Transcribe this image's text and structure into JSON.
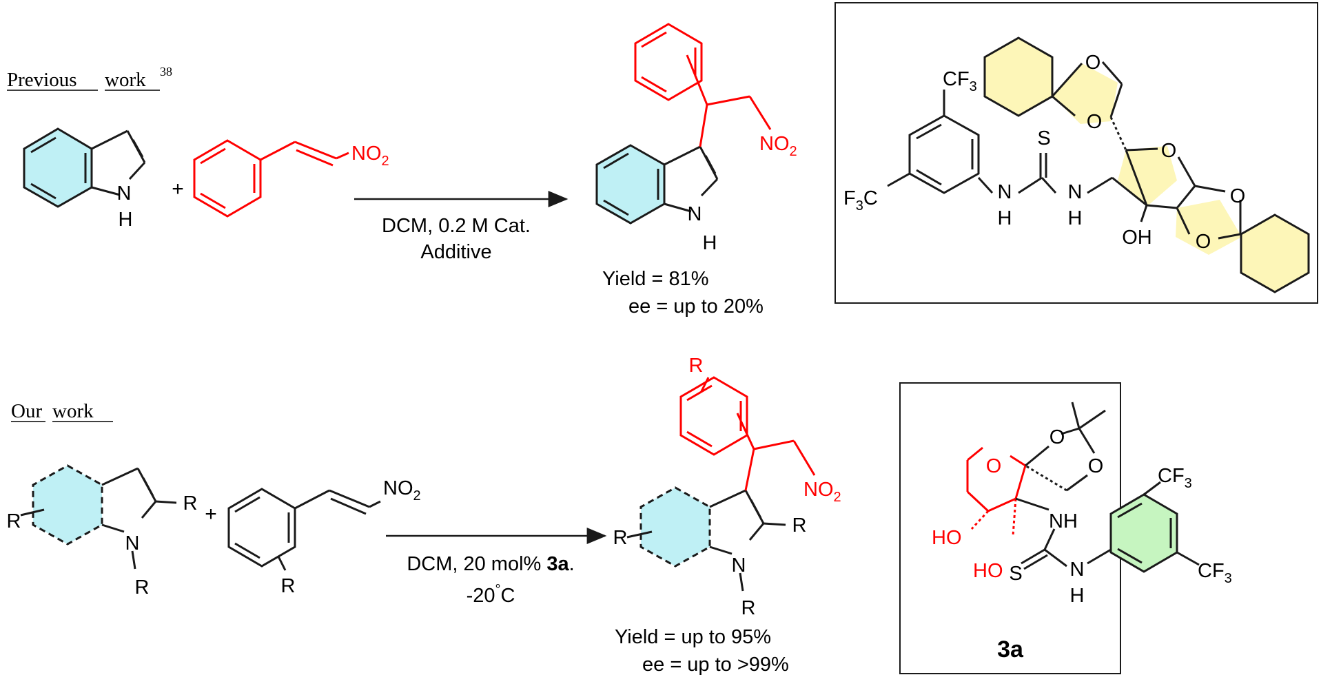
{
  "colors": {
    "black": "#1a1a1a",
    "red": "#ff0000",
    "indole_fill": "#bff0f5",
    "cyclohexane_fill": "#fdf6b8",
    "aryl_fill": "#c6f5c0"
  },
  "previous": {
    "heading": "Previous",
    "heading_word2": "work",
    "ref": "38",
    "plus": "+",
    "nitro": "NO",
    "nitro_sub": "2",
    "N": "N",
    "H": "H",
    "conditions_line1": "DCM, 0.2 M Cat.",
    "conditions_line2": "Additive",
    "yield": "Yield = 81%",
    "ee": "ee = up to 20%"
  },
  "catalyst_prev": {
    "cf3_top": "CF",
    "cf3_sub": "3",
    "f3c": "F",
    "f3c_sub": "3",
    "f3c_c": "C",
    "S": "S",
    "NH1_N": "N",
    "NH1_H": "H",
    "NH2_N": "N",
    "NH2_H": "H",
    "O1": "O",
    "O2": "O",
    "O3": "O",
    "O4": "O",
    "O5": "O",
    "OH": "OH"
  },
  "our": {
    "heading": "Our",
    "heading_word2": "work",
    "R": "R",
    "plus": "+",
    "nitro": "NO",
    "nitro_sub": "2",
    "N": "N",
    "conditions_line1": "DCM, 20 mol% ",
    "catalyst_label": "3a",
    "conditions_dot": ".",
    "temp": "-20",
    "temp_deg": "°",
    "temp_unit": "C",
    "yield": "Yield = up to 95%",
    "ee": "ee = up to >99%"
  },
  "catalyst_3a": {
    "O_ring": "O",
    "O_ket1": "O",
    "O_ket2": "O",
    "HO1": "HO",
    "HO2": "HO",
    "NH_N": "N",
    "NH_H": "H",
    "S": "S",
    "N2": "N",
    "N2_H": "H",
    "cf3_top": "CF",
    "cf3_sub": "3",
    "cf3_bot": "CF",
    "cf3_bot_sub": "3",
    "label": "3a"
  }
}
